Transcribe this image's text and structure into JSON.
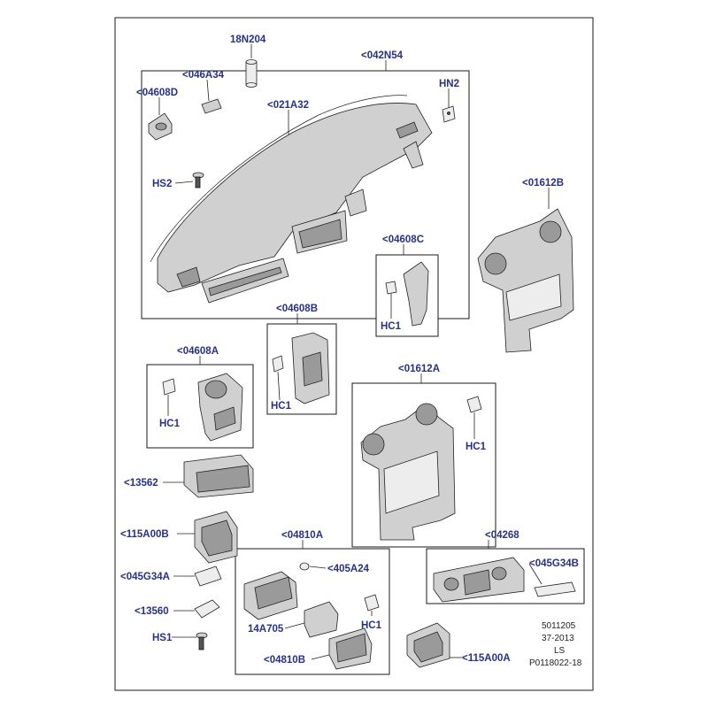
{
  "callouts": {
    "c18N204": "18N204",
    "c042N54": "<042N54",
    "c046A34": "<046A34",
    "c04608D": "<04608D",
    "c021A32": "<021A32",
    "cHN2": "HN2",
    "cHS2": "HS2",
    "c01612B": "<01612B",
    "c04608C": "<04608C",
    "cHC1_c": "HC1",
    "c04608B": "<04608B",
    "cHC1_b": "HC1",
    "c04608A": "<04608A",
    "cHC1_a": "HC1",
    "c01612A": "<01612A",
    "cHC1_1612a": "HC1",
    "c13562": "<13562",
    "c115A00B": "<115A00B",
    "c04810A": "<04810A",
    "c405A24": "<405A24",
    "c04268": "<04268",
    "c045G34B": "<045G34B",
    "c045G34A": "<045G34A",
    "c13560": "<13560",
    "c14A705": "14A705",
    "cHC1_4810": "HC1",
    "cHS1": "HS1",
    "c04810B": "<04810B",
    "c115A00A": "<115A00A"
  },
  "reference": {
    "line1": "5011205",
    "line2": "37-2013",
    "line3": "LS",
    "line4": "P0118022-18"
  }
}
